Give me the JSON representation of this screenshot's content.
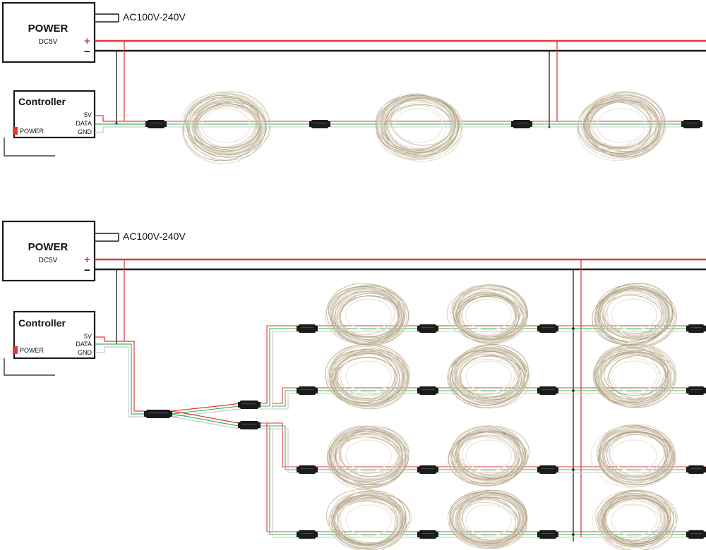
{
  "colors": {
    "positive": "#e0393b",
    "negative": "#1a1a1a",
    "data": "#35b85a",
    "ground": "#c8c8c8",
    "led_power": "#e0393b",
    "wire_copper": "#b8a98c"
  },
  "diagrams": [
    {
      "power": {
        "title": "POWER",
        "subtitle": "DC5V",
        "ac_label": "AC100V-240V",
        "plus": "+",
        "minus": "−"
      },
      "controller": {
        "title": "Controller",
        "pins": [
          "5V",
          "DATA",
          "GND"
        ],
        "power_label": "POWER"
      }
    },
    {
      "power": {
        "title": "POWER",
        "subtitle": "DC5V",
        "ac_label": "AC100V-240V",
        "plus": "+",
        "minus": "−"
      },
      "controller": {
        "title": "Controller",
        "pins": [
          "5V",
          "DATA",
          "GND"
        ],
        "power_label": "POWER"
      }
    }
  ],
  "icons": {
    "connector": "plug-connector-icon",
    "light_coil": "fairy-light-coil-icon"
  }
}
